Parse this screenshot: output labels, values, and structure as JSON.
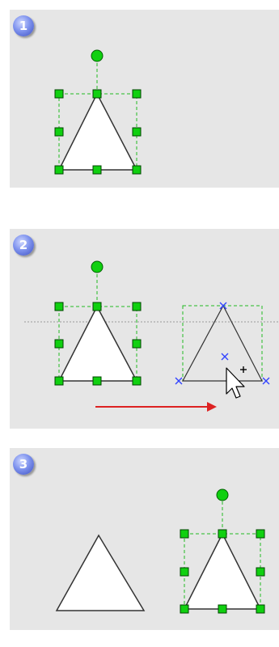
{
  "steps": [
    {
      "number": "1",
      "caption": ""
    },
    {
      "number": "2",
      "caption": ""
    },
    {
      "number": "3",
      "caption": ""
    }
  ],
  "colors": {
    "panel_bg": "#e6e6e6",
    "handle_green": "#10d010",
    "handle_border": "#006000",
    "selection_dash": "#22bb22",
    "drag_marker": "#3344ff",
    "guide_line": "#9a9a9a",
    "arrow": "#dd2222",
    "shape_fill": "#ffffff",
    "shape_stroke": "#333333"
  },
  "icons": {
    "step_badge": "circled-number",
    "rotation_handle": "green-circle-handle",
    "resize_handle": "green-square-handle",
    "drag_marker": "blue-x-marker",
    "cursor": "move-copy-pointer-icon",
    "direction_arrow": "right-arrow-icon"
  }
}
